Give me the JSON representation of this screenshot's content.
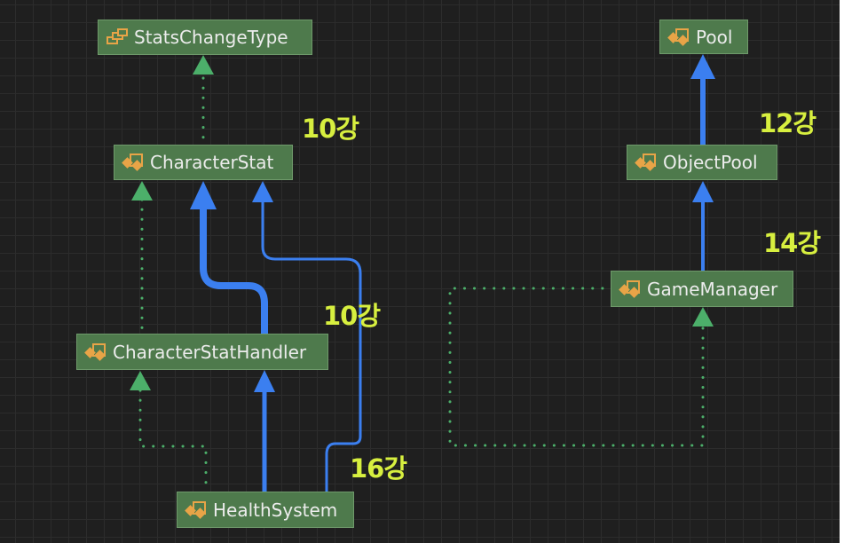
{
  "nodes": {
    "stats_change_type": {
      "label": "StatsChangeType",
      "icon": "enum-icon"
    },
    "character_stat": {
      "label": "CharacterStat",
      "icon": "class-icon"
    },
    "character_stat_handler": {
      "label": "CharacterStatHandler",
      "icon": "class-icon"
    },
    "health_system": {
      "label": "HealthSystem",
      "icon": "class-icon"
    },
    "pool": {
      "label": "Pool",
      "icon": "class-icon"
    },
    "object_pool": {
      "label": "ObjectPool",
      "icon": "class-icon"
    },
    "game_manager": {
      "label": "GameManager",
      "icon": "class-icon"
    }
  },
  "annotations": {
    "a1": "10강",
    "a2": "10강",
    "a3": "16강",
    "a4": "12강",
    "a5": "14강"
  },
  "colors": {
    "background": "#1f1f1f",
    "grid": "#2c2c2c",
    "node_fill": "#4e7a4c",
    "node_border": "#6f9a6b",
    "inheritance": "#3b7ff0",
    "dependency": "#4caf6a",
    "annotation": "#d7ef3f",
    "icon": "#e8a447"
  }
}
